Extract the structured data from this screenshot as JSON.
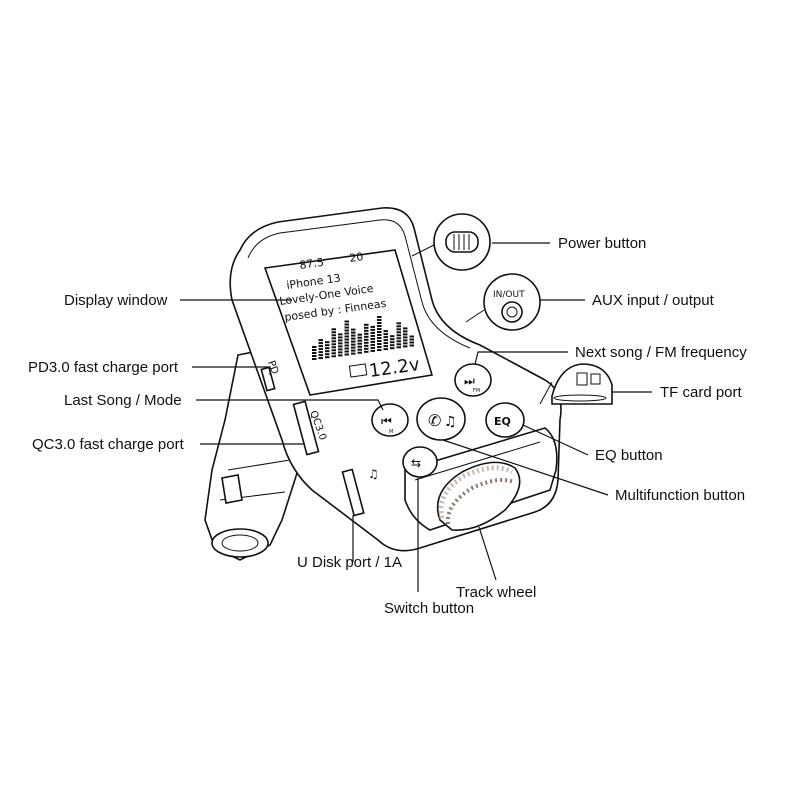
{
  "labels": {
    "power_button": "Power button",
    "aux_port": "AUX input / output",
    "next_song": "Next song / FM frequency",
    "tf_card": "TF card port",
    "eq_button": "EQ button",
    "multifunction": "Multifunction button",
    "track_wheel": "Track wheel",
    "switch_button": "Switch button",
    "u_disk": "U Disk port / 1A",
    "qc_port": "QC3.0 fast charge port",
    "last_song": "Last Song / Mode",
    "pd_port": "PD3.0 fast charge port",
    "display_window": "Display window"
  },
  "display": {
    "frequency": "87.5",
    "volume": "20",
    "line1": "iPhone 13",
    "line2": "Lovely-One Voice",
    "line3": "posed by : Finneas",
    "voltage": "12.2v"
  },
  "device_marks": {
    "pd": "PD",
    "qc": "QC3.0",
    "aux_badge": "IN/OUT",
    "eq": "EQ",
    "fm": "FM",
    "mode": "M"
  },
  "equalizer_levels": [
    0.35,
    0.55,
    0.45,
    0.75,
    0.6,
    0.9,
    0.7,
    0.5,
    0.8,
    0.65,
    0.95,
    0.55,
    0.4,
    0.7,
    0.5,
    0.3
  ]
}
